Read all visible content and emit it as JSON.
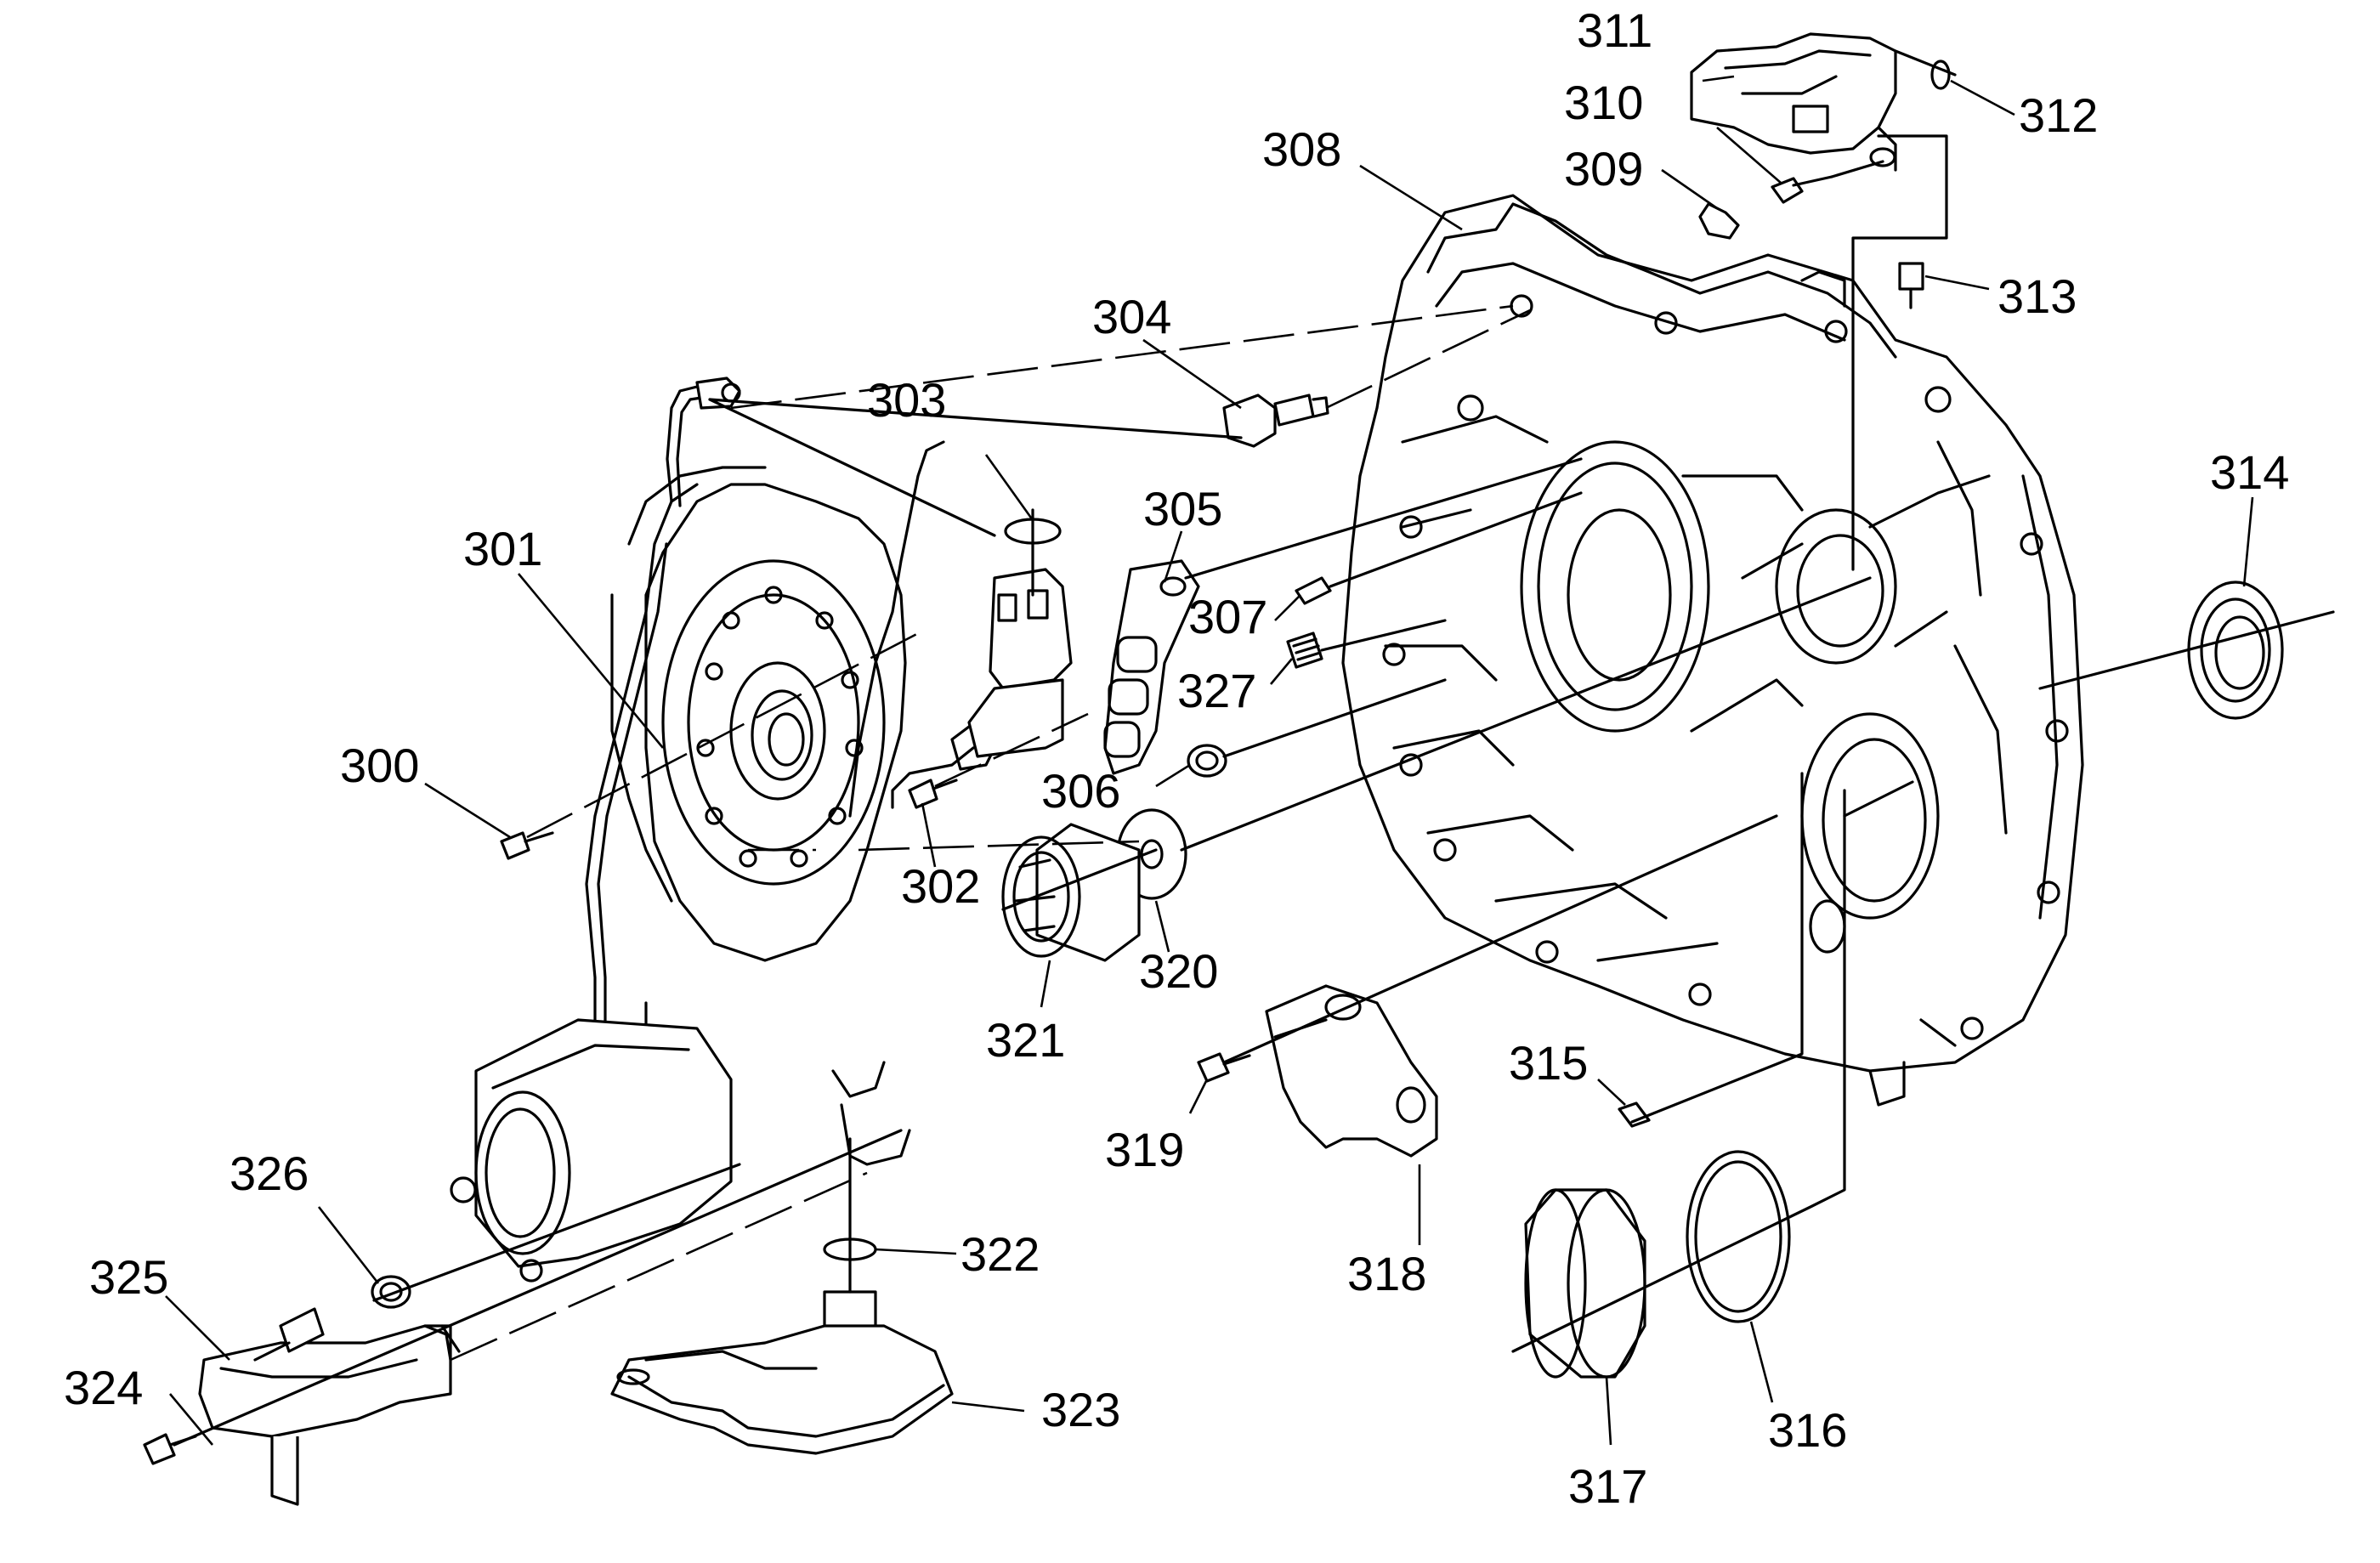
{
  "callouts": {
    "c300": "300",
    "c301": "301",
    "c302": "302",
    "c303": "303",
    "c304": "304",
    "c305": "305",
    "c306": "306",
    "c307": "307",
    "c308": "308",
    "c309": "309",
    "c310": "310",
    "c311": "311",
    "c312": "312",
    "c313": "313",
    "c314": "314",
    "c315": "315",
    "c316": "316",
    "c317": "317",
    "c318": "318",
    "c319": "319",
    "c320": "320",
    "c321": "321",
    "c322": "322",
    "c323": "323",
    "c324": "324",
    "c325": "325",
    "c326": "326",
    "c327": "327"
  }
}
